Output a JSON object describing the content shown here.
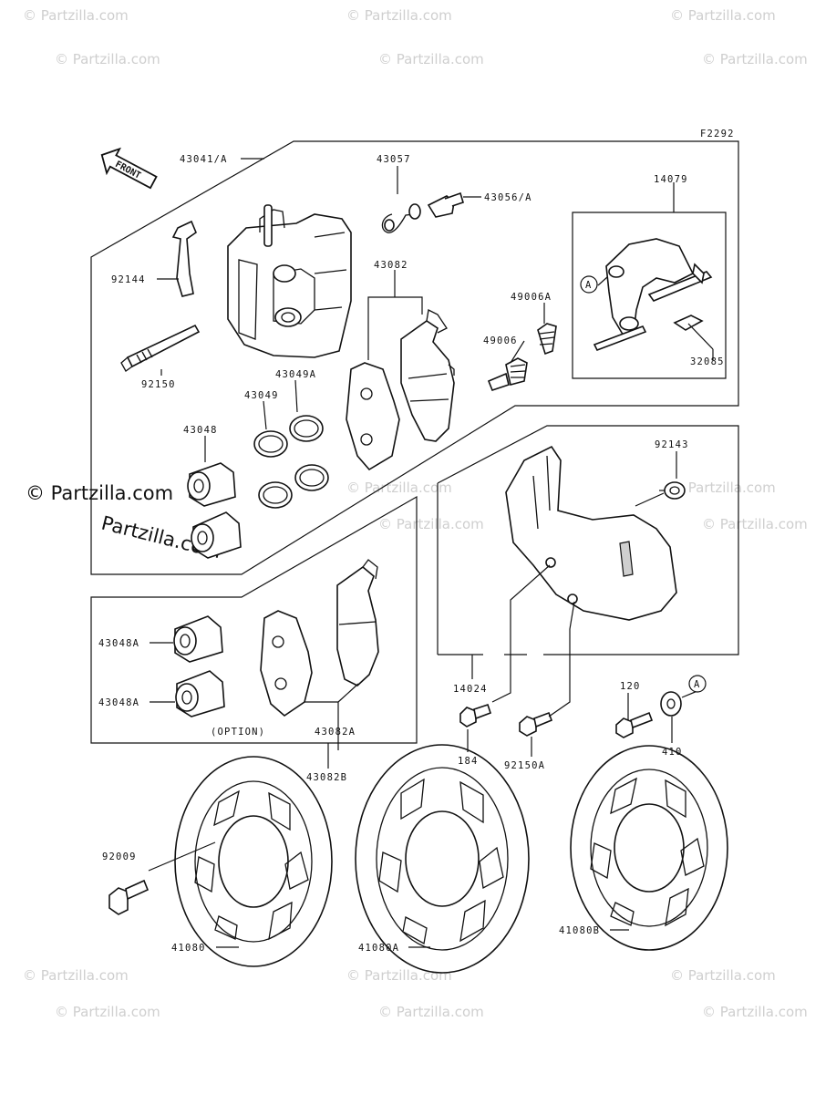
{
  "drawing_code": "F2292",
  "front_label": "FRONT",
  "option_label": "(OPTION)",
  "copyright_label": "© Partzilla.com",
  "watermark_text": "© Partzilla.com",
  "colors": {
    "line": "#111111",
    "background": "#ffffff",
    "watermark": "#cfcfcf"
  },
  "parts": {
    "p43041": "43041/A",
    "p43057": "43057",
    "p43056": "43056/A",
    "p14079": "14079",
    "p92144": "92144",
    "p43082": "43082",
    "p49006A": "49006A",
    "p49006": "49006",
    "p32085": "32085",
    "p92150": "92150",
    "p43049A": "43049A",
    "p43049": "43049",
    "p43048": "43048",
    "p92143": "92143",
    "p43048A_1": "43048A",
    "p43048A_2": "43048A",
    "p43082A": "43082A",
    "p14024": "14024",
    "p120": "120",
    "p184": "184",
    "p92150A": "92150A",
    "p410": "410",
    "p43082B": "43082B",
    "p92009": "92009",
    "p41080": "41080",
    "p41080A": "41080A",
    "p41080B": "41080B",
    "markerA_1": "A",
    "markerA_2": "A"
  }
}
